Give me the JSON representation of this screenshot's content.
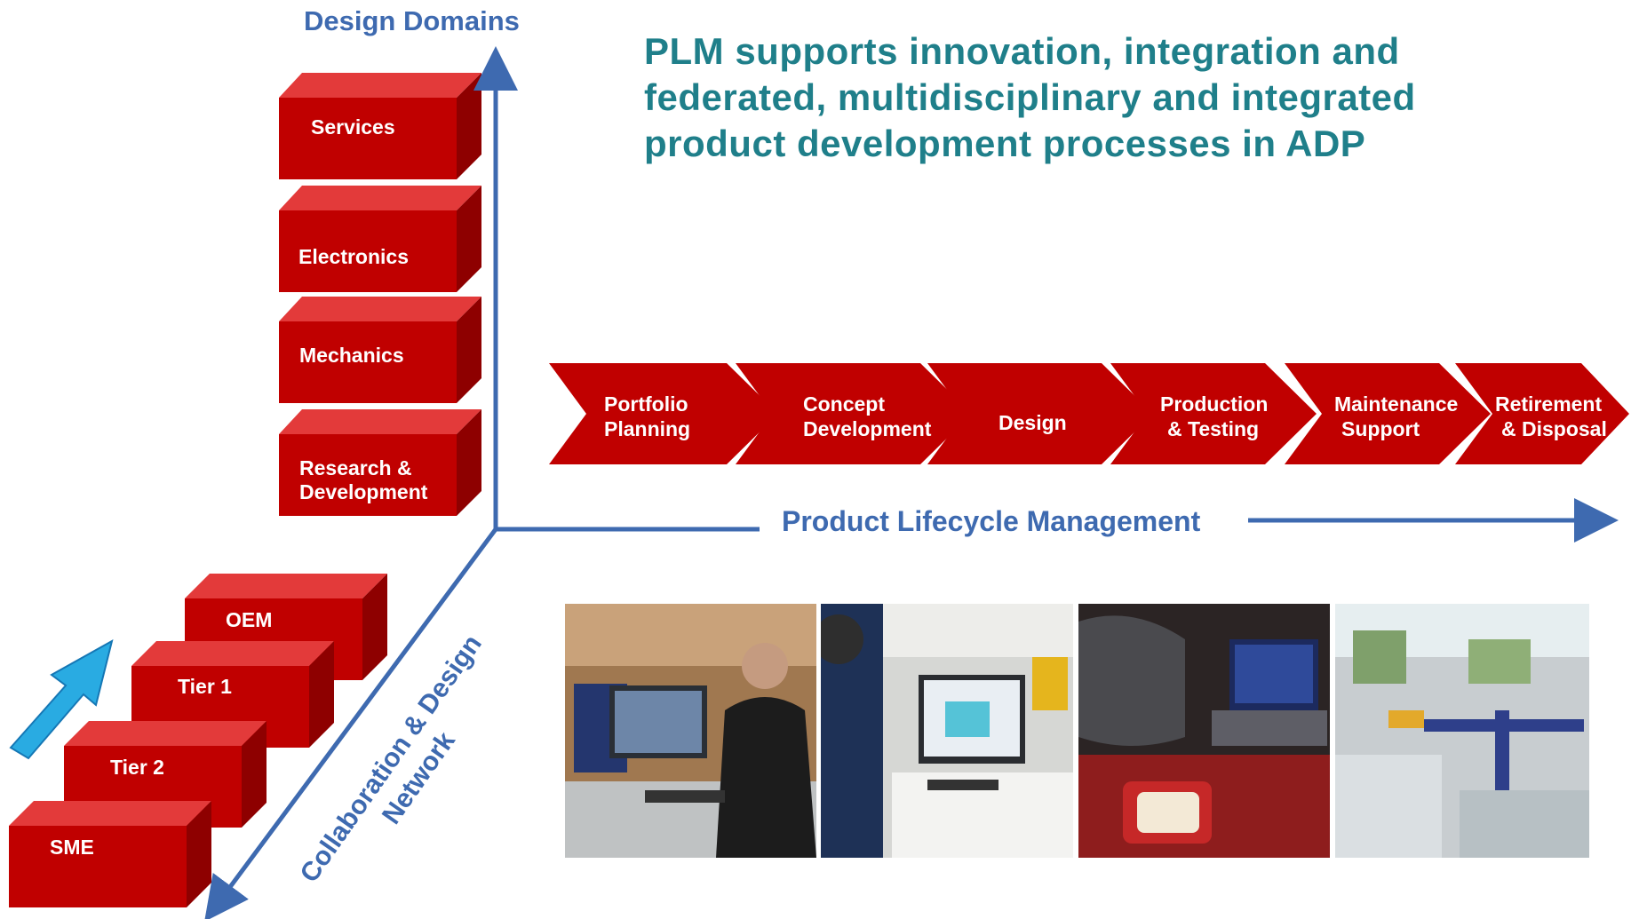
{
  "headline": {
    "line1": "PLM supports innovation, integration and",
    "line2": "federated, multidisciplinary and integrated",
    "line3": "product development processes in ADP"
  },
  "axes": {
    "vertical_label": "Design Domains",
    "horizontal_label": "Product Lifecycle Management",
    "diagonal_label_line1": "Collaboration & Design",
    "diagonal_label_line2": "Network"
  },
  "design_domains": [
    {
      "line1": "Services",
      "line2": ""
    },
    {
      "line1": "Electronics",
      "line2": ""
    },
    {
      "line1": "Mechanics",
      "line2": ""
    },
    {
      "line1": "Research &",
      "line2": "Development"
    }
  ],
  "lifecycle_stages": [
    {
      "line1": "Portfolio",
      "line2": "Planning"
    },
    {
      "line1": "Concept",
      "line2": "Development"
    },
    {
      "line1": "Design",
      "line2": ""
    },
    {
      "line1": "Production",
      "line2": "& Testing"
    },
    {
      "line1": "Maintenance",
      "line2": "Support"
    },
    {
      "line1": "Retirement",
      "line2": "& Disposal"
    }
  ],
  "network_tiers": [
    "OEM",
    "Tier 1",
    "Tier 2",
    "SME"
  ],
  "photos": [
    {
      "name": "engineer-cad-workstation-photo"
    },
    {
      "name": "engineer-simulation-workstation-photo"
    },
    {
      "name": "laser-scanner-testing-photo"
    },
    {
      "name": "production-line-photo"
    }
  ],
  "colors": {
    "box_front": "#C00000",
    "box_top": "#E33A3A",
    "box_side": "#8E0000",
    "axis_blue": "#3E6AB0",
    "headline_teal": "#1F7F8A",
    "up_arrow": "#29ABE2"
  }
}
